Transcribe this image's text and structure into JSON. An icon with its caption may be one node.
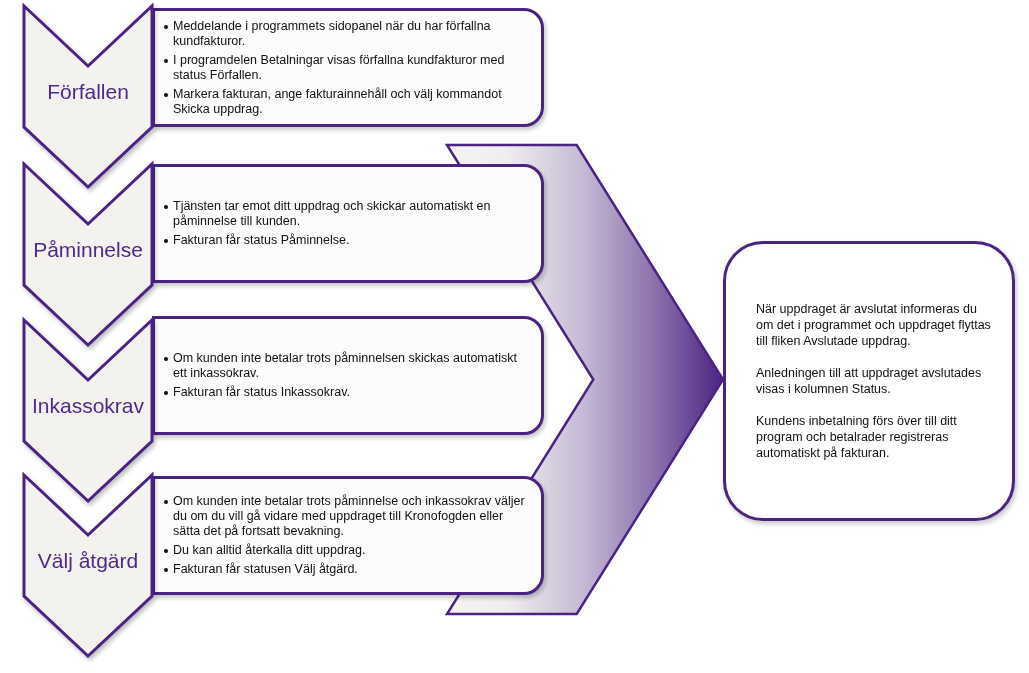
{
  "diagram": {
    "nodes": [
      {
        "text": [
          "Förfallen"
        ]
      },
      {
        "text": [
          "Meddelande i programmets sidopanel när du har förfallna kundfakturor.",
          "I programdelen Betalningar visas förfallna kundfakturor med status Förfallen.",
          "Markera fakturan, ange fakturainnehåll och välj kommandot Skicka uppdrag."
        ]
      },
      {
        "text": [
          "Påminnelse"
        ]
      },
      {
        "text": [
          "Tjänsten tar emot ditt uppdrag och skickar automatiskt en påminnelse till kunden.",
          "Fakturan får status Påminnelse."
        ]
      },
      {
        "text": [
          "Inkassokrav"
        ]
      },
      {
        "text": [
          "Om kunden inte betalar trots påminnelsen skickas automatiskt ett inkassokrav.",
          "Fakturan får status Inkassokrav."
        ]
      },
      {
        "text": [
          "Välj åtgärd"
        ]
      },
      {
        "text": [
          "Om kunden inte betalar trots påminnelse och inkassokrav väljer du om du vill gå vidare med uppdraget till Kronofogden eller sätta det på fortsatt bevakning.",
          "Du kan alltid återkalla ditt uppdrag.",
          "Fakturan får statusen Välj åtgärd."
        ]
      },
      {
        "text": [
          "När uppdraget är avslutat informeras du om det i programmet och uppdraget flyttas till fliken Avslutade uppdrag.",
          "Anledningen till att uppdraget avslutades visas i kolumnen Status.",
          "Kundens inbetalning förs över till ditt program och betalrader registreras automatiskt på fakturan."
        ]
      }
    ],
    "edges": [
      {
        "from": 3,
        "to": 8,
        "arrow": "to"
      },
      {
        "from": 5,
        "to": 8,
        "arrow": "to"
      },
      {
        "from": 7,
        "to": 8,
        "arrow": "to"
      }
    ]
  }
}
